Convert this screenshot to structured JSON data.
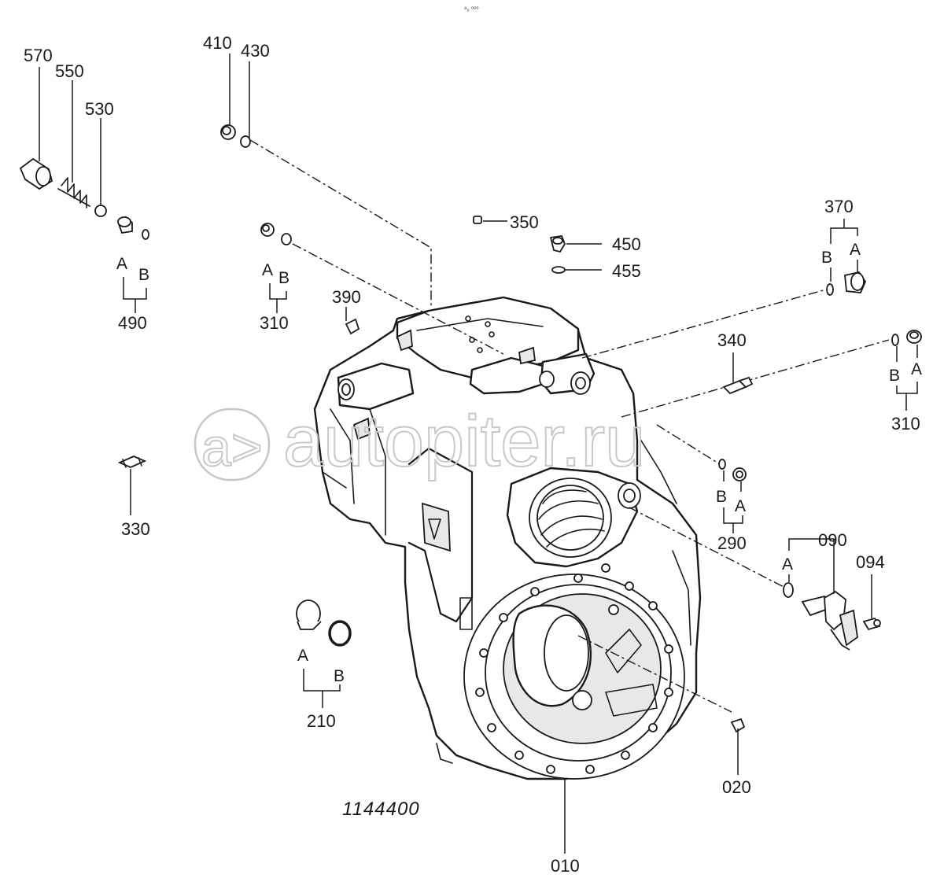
{
  "diagram": {
    "drawing_number": "1144400",
    "watermark": "autopiter.ru",
    "watermark_mark": "a>",
    "corner_mark": "⁹₀ ⁰⁰⁰",
    "part_labels": {
      "p010": "010",
      "p020": "020",
      "p090": "090",
      "p094": "094",
      "p210": "210",
      "p290": "290",
      "p310a": "310",
      "p310b": "310",
      "p330": "330",
      "p340": "340",
      "p350": "350",
      "p370": "370",
      "p390": "390",
      "p410": "410",
      "p430": "430",
      "p450": "450",
      "p455": "455",
      "p490": "490",
      "p530": "530",
      "p550": "550",
      "p570": "570"
    },
    "sub_labels": {
      "a": "A",
      "b": "B"
    }
  }
}
